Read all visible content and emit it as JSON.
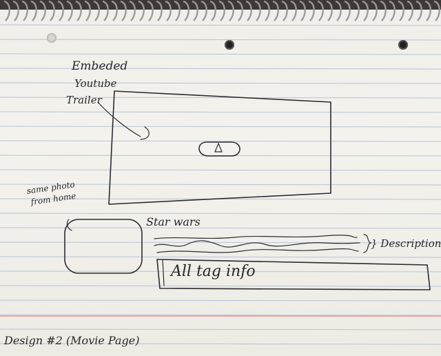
{
  "annotations": {
    "embed_line1": "Embeded",
    "embed_line2": "Youtube",
    "embed_line3": "Trailer",
    "same_photo_line1": "same photo",
    "same_photo_line2": "from home",
    "descriptions": "} Descriptions"
  },
  "video": {
    "play_icon": "play-triangle-icon"
  },
  "movie": {
    "title": "Star wars",
    "tag_info": "All tag info"
  },
  "footer": {
    "caption": "Design #2  (Movie Page)"
  },
  "colors": {
    "paper": "#f1f0eb",
    "ink": "#2b2b30",
    "rule_line": "#b9c3d6",
    "margin_line": "#e6a9a3"
  }
}
